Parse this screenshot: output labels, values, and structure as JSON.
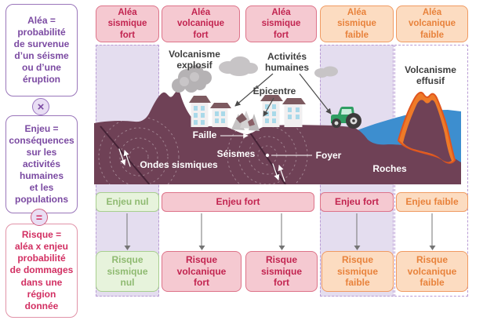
{
  "sidebar": {
    "alea_text": "Aléa =\nprobabilité\nde survenue\nd’un séisme\nou d’une\néruption",
    "times_symbol": "×",
    "enjeu_text": "Enjeu =\nconséquences\nsur les\nactivités\nhumaines\net les\npopulations",
    "equals_symbol": "=",
    "risque_text": "Risque =\naléa x enjeu\nprobabilité\nde dommages\ndans une\nrégion\ndonnée"
  },
  "hazard_headers": [
    {
      "label": "Aléa\nsismique\nfort",
      "level": "fort"
    },
    {
      "label": "Aléa\nvolcanique\nfort",
      "level": "fort"
    },
    {
      "label": "Aléa\nsismique\nfort",
      "level": "fort"
    },
    {
      "label": "Aléa\nsismique\nfaible",
      "level": "faible"
    },
    {
      "label": "Aléa\nvolcanique\nfaible",
      "level": "faible"
    }
  ],
  "diagram_labels": {
    "volcanisme_explosif": "Volcanisme\nexplosif",
    "activites_humaines": "Activités\nhumaines",
    "epicentre": "Épicentre",
    "volcanisme_effusif": "Volcanisme\neffusif",
    "faille": "Faille",
    "seismes": "Séismes",
    "foyer": "Foyer",
    "ondes_sismiques": "Ondes sismiques",
    "roches": "Roches"
  },
  "enjeu_row": [
    {
      "label": "Enjeu nul",
      "tone": "nul"
    },
    {
      "label": "Enjeu fort",
      "tone": "fort"
    },
    {
      "label": "Enjeu fort",
      "tone": "fort"
    },
    {
      "label": "Enjeu faible",
      "tone": "faible"
    }
  ],
  "risque_row": [
    {
      "label": "Risque\nsismique\nnul",
      "tone": "nul"
    },
    {
      "label": "Risque\nvolcanique\nfort",
      "tone": "fort"
    },
    {
      "label": "Risque\nsismique\nfort",
      "tone": "fort"
    },
    {
      "label": "Risque\nsismique\nfaible",
      "tone": "faible"
    },
    {
      "label": "Risque\nvolcanique\nfaible",
      "tone": "faible"
    }
  ],
  "colors": {
    "fort_fill": "#f5c9d1",
    "fort_border": "#dd7389",
    "fort_text": "#c22450",
    "faible_fill": "#fcdcc1",
    "faible_border": "#f09a62",
    "faible_text": "#e8823b",
    "nul_fill": "#e7f3dc",
    "nul_border": "#a8cf8f",
    "nul_text": "#8fba71",
    "band_fill": "#e4ddef",
    "band_border": "#b89bd4",
    "purple_text": "#7b4aa2",
    "purple_border": "#9a76ba",
    "pink_text": "#d22f62",
    "pink_border": "#e193a8",
    "ground": "#6f4156",
    "sea": "#3d8ecf",
    "lava": "#ee7a28"
  }
}
